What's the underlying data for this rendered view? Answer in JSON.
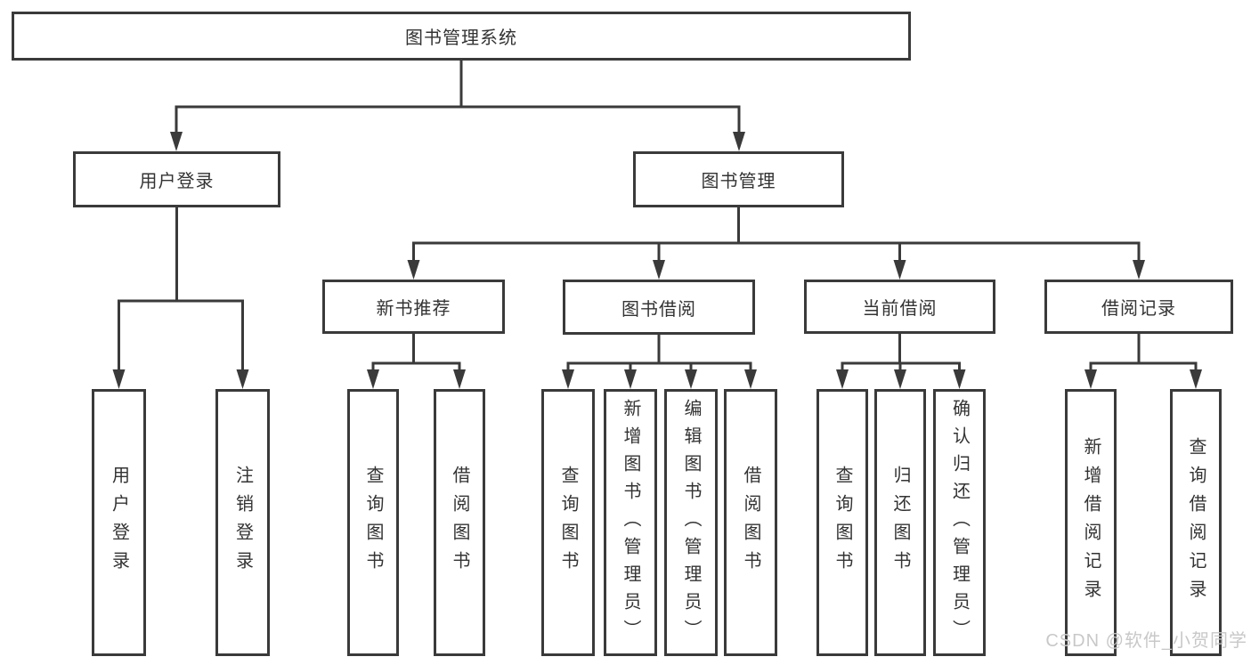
{
  "diagram": {
    "title": "图书管理系统",
    "type": "hierarchy-tree",
    "root": {
      "label": "图书管理系统",
      "children": [
        {
          "label": "用户登录",
          "children": [
            {
              "label": "用户登录"
            },
            {
              "label": "注销登录"
            }
          ]
        },
        {
          "label": "图书管理",
          "children": [
            {
              "label": "新书推荐",
              "children": [
                {
                  "label": "查询图书"
                },
                {
                  "label": "借阅图书"
                }
              ]
            },
            {
              "label": "图书借阅",
              "children": [
                {
                  "label": "查询图书"
                },
                {
                  "label": "新增图书（管理员）"
                },
                {
                  "label": "编辑图书（管理员）"
                },
                {
                  "label": "借阅图书"
                }
              ]
            },
            {
              "label": "当前借阅",
              "children": [
                {
                  "label": "查询图书"
                },
                {
                  "label": "归还图书"
                },
                {
                  "label": "确认归还（管理员）"
                }
              ]
            },
            {
              "label": "借阅记录",
              "children": [
                {
                  "label": "新增借阅记录"
                },
                {
                  "label": "查询借阅记录"
                }
              ]
            }
          ]
        }
      ]
    }
  },
  "watermark": {
    "text": "CSDN @软件_小贺同学"
  },
  "colors": {
    "line": "#3a3a3a",
    "border": "#3a3a3a",
    "text": "#333333",
    "watermark": "#c8c8c8",
    "background": "#ffffff"
  }
}
